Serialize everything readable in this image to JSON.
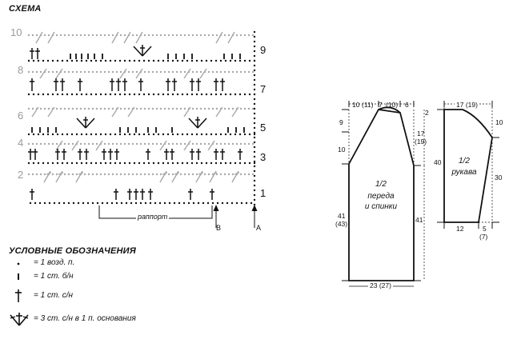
{
  "scheme": {
    "title": "СХЕМА",
    "rows_right": [
      "9",
      "7",
      "5",
      "3",
      "1"
    ],
    "rows_left": [
      "10",
      "8",
      "6",
      "4",
      "2"
    ],
    "repeat_label": "раппорт",
    "marker_b": "B",
    "marker_a": "A"
  },
  "legend": {
    "title": "УСЛОВНЫЕ ОБОЗНАЧЕНИЯ",
    "items": [
      {
        "icon": "chain-dot-icon",
        "text": "= 1 возд. п."
      },
      {
        "icon": "single-crochet-icon",
        "text": "= 1 ст. б/н"
      },
      {
        "icon": "double-crochet-icon",
        "text": "= 1 ст. с/н"
      },
      {
        "icon": "shell-cluster-icon",
        "text": "= 3 ст. с/н в 1 п. основания"
      }
    ]
  },
  "body_pattern": {
    "label_top": "1/2",
    "label_mid": "переда",
    "label_bottom": "и спинки",
    "top_dims": [
      "10",
      "(11)",
      "7",
      "(10)",
      "6"
    ],
    "dim_left_9": "9",
    "dim_left_10": "10",
    "dim_left_41": "41",
    "dim_left_43": "(43)",
    "dim_right_17": "17",
    "dim_right_19": "(19)",
    "dim_right_41": "41",
    "dim_top_2": "2",
    "dim_bottom": "23 (27)"
  },
  "sleeve_pattern": {
    "label_top": "1/2",
    "label_bottom": "рукава",
    "dim_top": "17 (19)",
    "dim_right_10": "10",
    "dim_right_30": "30",
    "dim_left_40": "40",
    "dim_bottom_12": "12",
    "dim_bottom_5": "5",
    "dim_bottom_7": "(7)"
  }
}
